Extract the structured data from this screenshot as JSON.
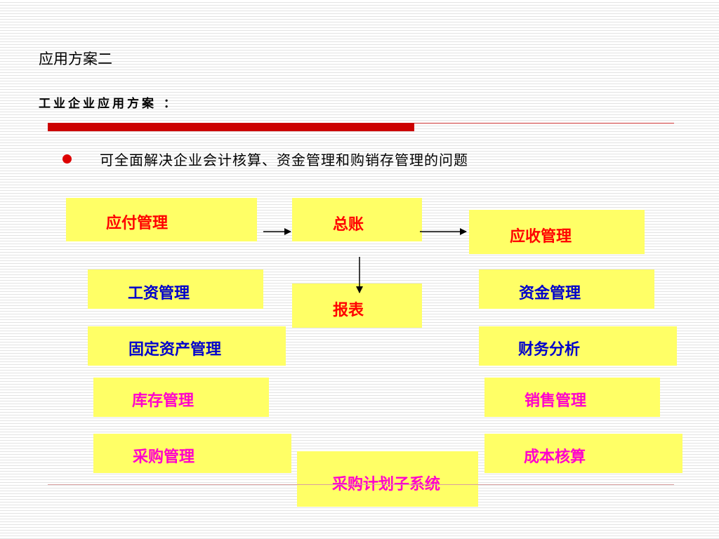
{
  "slide": {
    "title": "应用方案二",
    "subtitle": "工业企业应用方案 ：",
    "bullet": "可全面解决企业会计核算、资金管理和购销存管理的问题"
  },
  "boxes": {
    "ap": "应付管理",
    "gl": "总账",
    "ar": "应收管理",
    "payroll": "工资管理",
    "report": "报表",
    "fund": "资金管理",
    "fixed_assets": "固定资产管理",
    "financial_analysis": "财务分析",
    "inventory": "库存管理",
    "sales": "销售管理",
    "purchase": "采购管理",
    "cost_accounting": "成本核算",
    "purchase_planning": "采购计划子系统"
  },
  "colors": {
    "box_fill": "#ffff66",
    "red_text": "#ff0000",
    "blue_text": "#0000cc",
    "magenta_text": "#ff00cc",
    "accent_rule": "#cc0000"
  }
}
